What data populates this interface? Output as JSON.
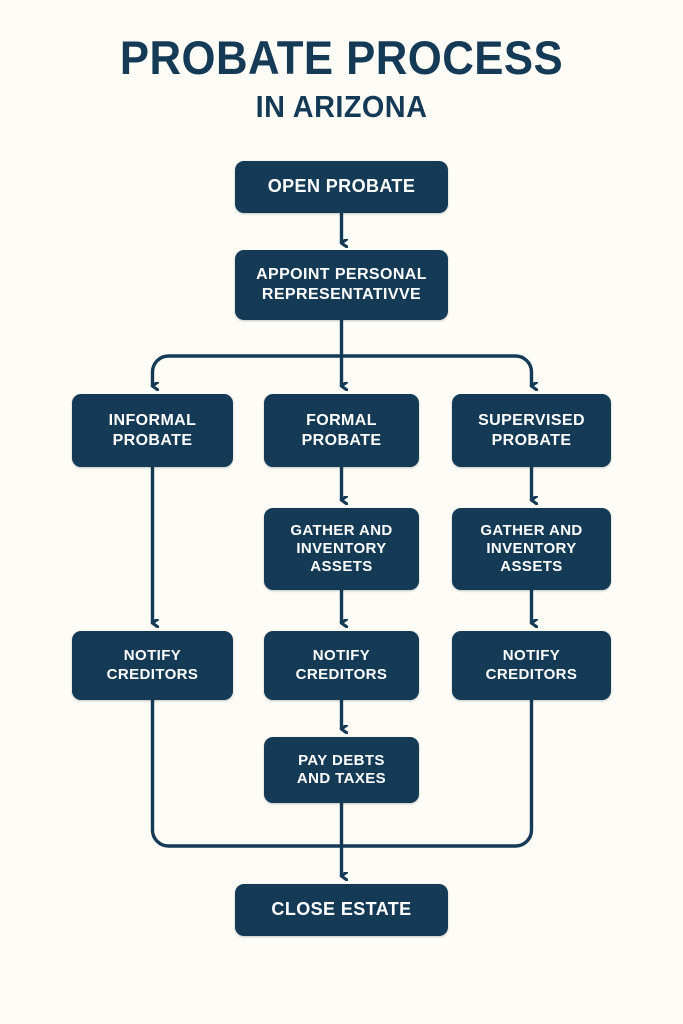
{
  "page": {
    "background_color": "#FDFCF7",
    "node_color": "#143A56",
    "text_color": "#FFFFFF",
    "accent_color": "#153A56"
  },
  "header": {
    "title": "PROBATE PROCESS",
    "subtitle": "IN ARIZONA"
  },
  "nodes": {
    "open_probate": "OPEN PROBATE",
    "appoint_personal_representative": {
      "line1": "APPOINT PERSONAL",
      "line2": "REPRESENTATIVVE"
    },
    "informal_probate": {
      "line1": "INFORMAL",
      "line2": "PROBATE"
    },
    "formal_probate": {
      "line1": "FORMAL",
      "line2": "PROBATE"
    },
    "supervised_probate": {
      "line1": "SUPERVISED",
      "line2": "PROBATE"
    },
    "gather_inventory_center": {
      "line1": "GATHER AND",
      "line2": "INVENTORY",
      "line3": "ASSETS"
    },
    "gather_inventory_right": {
      "line1": "GATHER AND",
      "line2": "INVENTORY",
      "line3": "ASSETS"
    },
    "notify_creditors_left": {
      "line1": "NOTIFY",
      "line2": "CREDITORS"
    },
    "notify_creditors_center": {
      "line1": "NOTIFY",
      "line2": "CREDITORS"
    },
    "notify_creditors_right": {
      "line1": "NOTIFY",
      "line2": "CREDITORS"
    },
    "pay_debts_and_taxes": {
      "line1": "PAY DEBTS",
      "line2": "AND TAXES"
    },
    "close_estate": "CLOSE ESTATE"
  },
  "chart_data": {
    "type": "diagram",
    "title": "PROBATE PROCESS IN ARIZONA",
    "orientation": "top-to-bottom",
    "steps": [
      {
        "id": "open_probate",
        "label": "OPEN PROBATE",
        "column": "center",
        "row": 1
      },
      {
        "id": "appoint_personal_representative",
        "label": "APPOINT PERSONAL REPRESENTATIVVE",
        "column": "center",
        "row": 2
      },
      {
        "id": "informal_probate",
        "label": "INFORMAL PROBATE",
        "column": "left",
        "row": 3
      },
      {
        "id": "formal_probate",
        "label": "FORMAL PROBATE",
        "column": "center",
        "row": 3
      },
      {
        "id": "supervised_probate",
        "label": "SUPERVISED PROBATE",
        "column": "right",
        "row": 3
      },
      {
        "id": "gather_inventory_center",
        "label": "GATHER AND INVENTORY ASSETS",
        "column": "center",
        "row": 4
      },
      {
        "id": "gather_inventory_right",
        "label": "GATHER AND INVENTORY ASSETS",
        "column": "right",
        "row": 4
      },
      {
        "id": "notify_creditors_left",
        "label": "NOTIFY CREDITORS",
        "column": "left",
        "row": 5
      },
      {
        "id": "notify_creditors_center",
        "label": "NOTIFY CREDITORS",
        "column": "center",
        "row": 5
      },
      {
        "id": "notify_creditors_right",
        "label": "NOTIFY CREDITORS",
        "column": "right",
        "row": 5
      },
      {
        "id": "pay_debts_and_taxes",
        "label": "PAY DEBTS AND TAXES",
        "column": "center",
        "row": 6
      },
      {
        "id": "close_estate",
        "label": "CLOSE ESTATE",
        "column": "center",
        "row": 7
      }
    ],
    "edges": [
      {
        "from": "open_probate",
        "to": "appoint_personal_representative"
      },
      {
        "from": "appoint_personal_representative",
        "to": "informal_probate"
      },
      {
        "from": "appoint_personal_representative",
        "to": "formal_probate"
      },
      {
        "from": "appoint_personal_representative",
        "to": "supervised_probate"
      },
      {
        "from": "informal_probate",
        "to": "notify_creditors_left"
      },
      {
        "from": "formal_probate",
        "to": "gather_inventory_center"
      },
      {
        "from": "supervised_probate",
        "to": "gather_inventory_right"
      },
      {
        "from": "gather_inventory_center",
        "to": "notify_creditors_center"
      },
      {
        "from": "gather_inventory_right",
        "to": "notify_creditors_right"
      },
      {
        "from": "notify_creditors_center",
        "to": "pay_debts_and_taxes"
      },
      {
        "from": "notify_creditors_left",
        "to": "close_estate"
      },
      {
        "from": "pay_debts_and_taxes",
        "to": "close_estate"
      },
      {
        "from": "notify_creditors_right",
        "to": "close_estate"
      }
    ]
  }
}
